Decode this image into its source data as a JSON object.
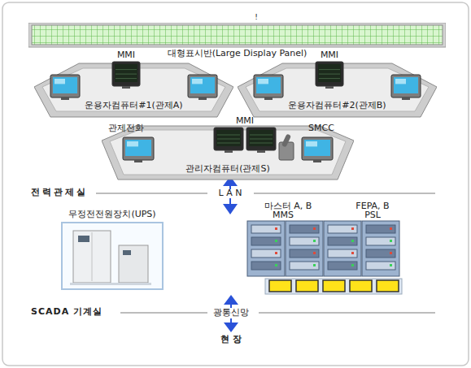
{
  "diagram": {
    "nodes": [
      {
        "text": [
          "대형표시반(Large Display Panel)"
        ]
      },
      {
        "text": [
          "MMI",
          "운용자컴퓨터#1(관제A)"
        ]
      },
      {
        "text": [
          "MMI",
          "운용자컴퓨터#2(관제B)"
        ]
      },
      {
        "text": [
          "MMI",
          "관제전화",
          "SMCC",
          "관리자컴퓨터(관제S)"
        ]
      },
      {
        "text": [
          "무정전전원장치(UPS)"
        ]
      },
      {
        "text": [
          "마스터 A, B",
          "MMS",
          "FEPA, B",
          "PSL"
        ]
      }
    ],
    "labels": [
      "!",
      "전력관제실",
      "L A N",
      "SCADA 기계실",
      "광통신망",
      "현 장"
    ]
  }
}
